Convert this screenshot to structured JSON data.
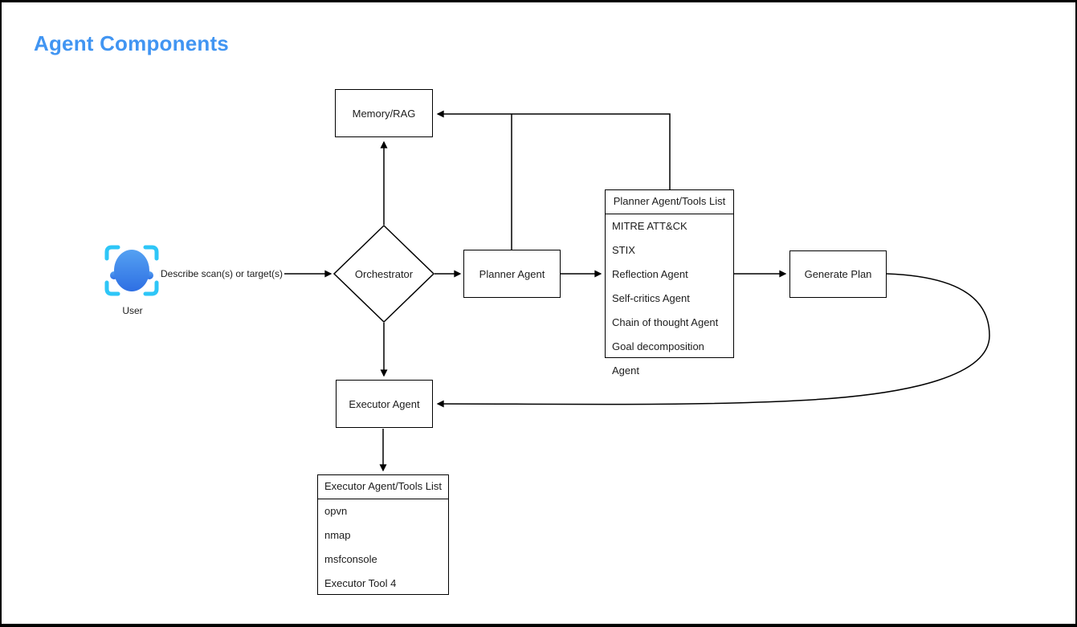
{
  "title": "Agent Components",
  "colors": {
    "title_blue": "#4195f2",
    "scan_bracket_cyan": "#2ec6f7",
    "face_blue_top": "#55a1f2",
    "face_blue_bottom": "#2e6fe3",
    "stroke": "#000000",
    "background": "#ffffff"
  },
  "user": {
    "label": "User",
    "icon": "face-scan-icon"
  },
  "edge_labels": {
    "user_to_orchestrator": "Describe scan(s) or target(s)"
  },
  "nodes": {
    "memory": "Memory/RAG",
    "orchestrator": "Orchestrator",
    "planner": "Planner Agent",
    "generate_plan": "Generate Plan",
    "executor": "Executor Agent"
  },
  "planner_tools": {
    "header": "Planner Agent/Tools List",
    "items": [
      "MITRE ATT&CK",
      "STIX",
      "Reflection Agent",
      "Self-critics Agent",
      "Chain of thought Agent",
      "Goal decomposition Agent"
    ]
  },
  "executor_tools": {
    "header": "Executor Agent/Tools List",
    "items": [
      "opvn",
      "nmap",
      "msfconsole",
      "Executor Tool 4"
    ]
  }
}
